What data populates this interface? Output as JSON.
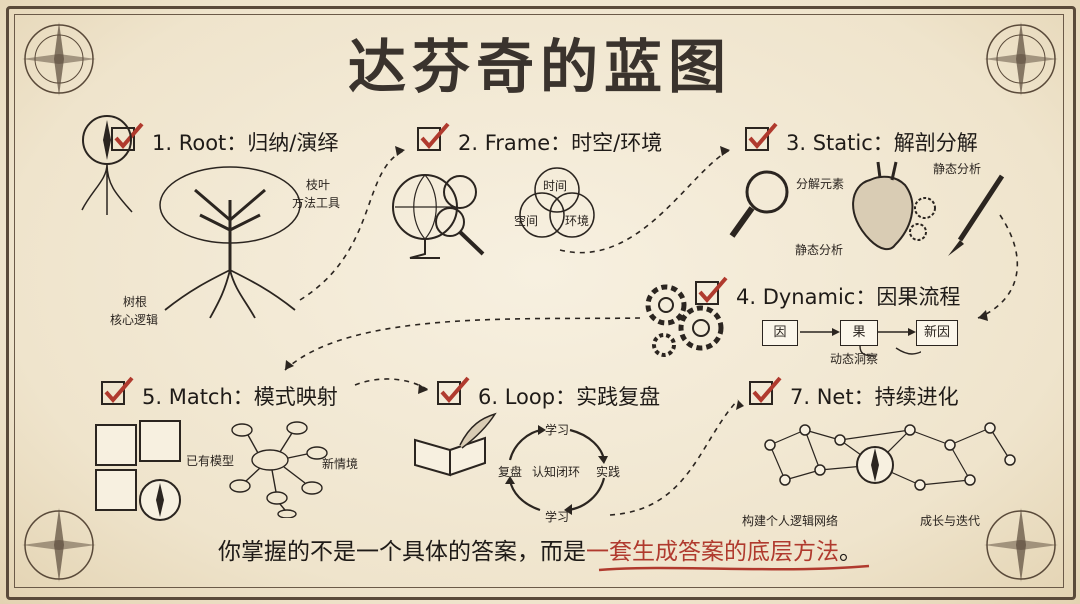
{
  "title": "达芬奇的蓝图",
  "sections": [
    {
      "title": "1. Root：归纳/演绎",
      "labels": [
        "枝叶",
        "方法工具",
        "树根",
        "核心逻辑"
      ]
    },
    {
      "title": "2. Frame：时空/环境",
      "labels": [
        "时间",
        "空间",
        "环境"
      ]
    },
    {
      "title": "3. Static：解剖分解",
      "labels": [
        "分解元素",
        "静态分析",
        "静态分析"
      ]
    },
    {
      "title": "4. Dynamic：因果流程",
      "boxes": [
        "因",
        "果",
        "新因"
      ],
      "labels": [
        "动态洞察"
      ]
    },
    {
      "title": "5. Match：模式映射",
      "labels": [
        "已有模型",
        "新情境"
      ]
    },
    {
      "title": "6. Loop：实践复盘",
      "labels": [
        "学习",
        "实践",
        "学习",
        "复盘",
        "认知闭环"
      ]
    },
    {
      "title": "7. Net：持续进化",
      "labels": [
        "构建个人逻辑网络",
        "成长与迭代"
      ]
    }
  ],
  "bottom": {
    "before": "你掌握的不是一个具体的答案，而是",
    "highlight": "一套生成答案的底层方法",
    "after": "。"
  },
  "colors": {
    "accent": "#b03a2e",
    "ink": "#2b2520",
    "paper": "#f4ecdb"
  }
}
